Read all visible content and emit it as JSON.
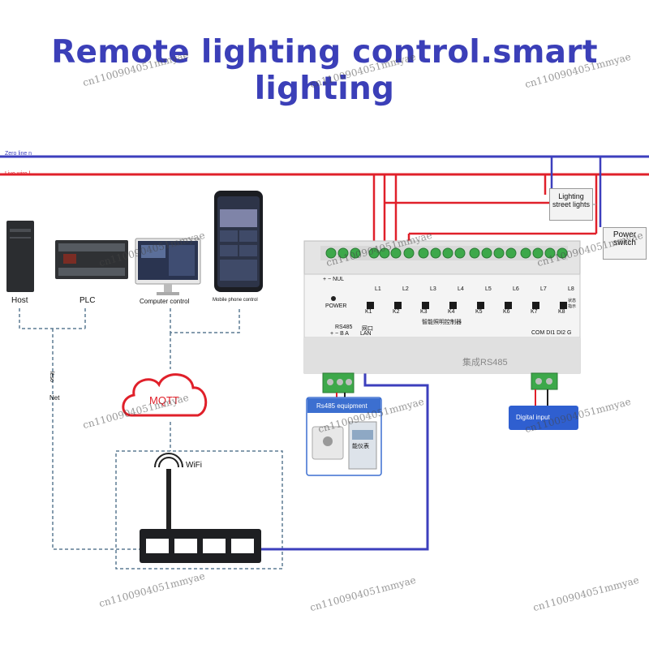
{
  "title": "Remote lighting control.smart lighting",
  "lines": {
    "zero_line": "Zero line n",
    "live_wire": "Live wire l"
  },
  "devices": {
    "host": "Host",
    "plc": "PLC",
    "computer": "Computer control",
    "mobile": "Mobile phone control",
    "net": "Net",
    "net_vertical": "lēso",
    "mqtt": "MQTT",
    "wifi": "WiFi"
  },
  "controller": {
    "power_label": "POWER",
    "nul_label": "+ − NUL",
    "relays": [
      "L1",
      "L2",
      "L3",
      "L4",
      "L5",
      "L6",
      "L7",
      "L8"
    ],
    "keys": [
      "K1",
      "K2",
      "K3",
      "K4",
      "K5",
      "K6",
      "K7",
      "K8"
    ],
    "rs485_label": "RS485",
    "rs485_pins": "+ − B A",
    "lan_top": "网口",
    "lan_label": "LAN",
    "chinese_name": "智能照明控制器",
    "brand": "集成RS485",
    "com_pins": "COM DI1 DI2 G",
    "state_label": "状态\n指示"
  },
  "peripherals": {
    "lighting_street_lights": "Lighting street lights",
    "power_switch": "Power switch",
    "rs485_equipment": "Rs485 equipment",
    "meter": "能仪表",
    "digital_input": "Digital input"
  },
  "watermark": "cn1100904051mmyae",
  "colors": {
    "title": "#3b3fb8",
    "zero_line": "#3c3fbd",
    "live_wire": "#e0202a",
    "lan_cable": "#3c3fbd",
    "terminal_green": "#3da84a"
  }
}
